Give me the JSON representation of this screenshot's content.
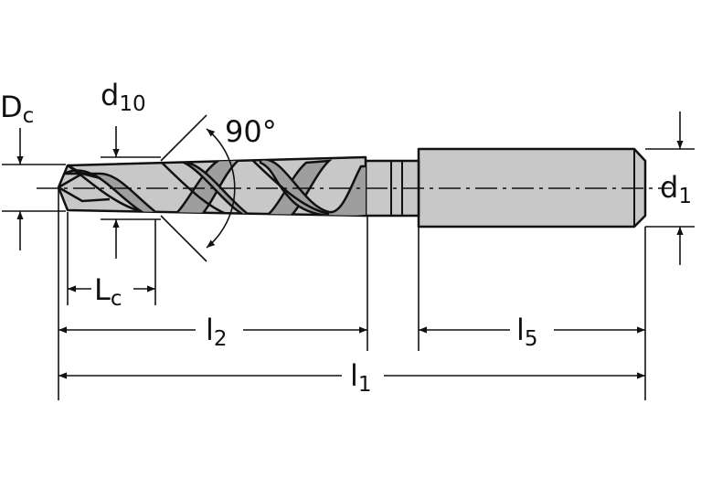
{
  "labels": {
    "dc": {
      "main": "D",
      "sub": "c"
    },
    "d10": {
      "main": "d",
      "sub": "10"
    },
    "angle": "90°",
    "d1": {
      "main": "d",
      "sub": "1"
    },
    "lc": {
      "main": "L",
      "sub": "c"
    },
    "l2": {
      "main": "l",
      "sub": "2"
    },
    "l5": {
      "main": "l",
      "sub": "5"
    },
    "l1": {
      "main": "l",
      "sub": "1"
    }
  },
  "colors": {
    "line": "#111111",
    "tool_fill": "#c8c8c8",
    "flute_fill": "#9e9e9e",
    "background": "#ffffff"
  }
}
